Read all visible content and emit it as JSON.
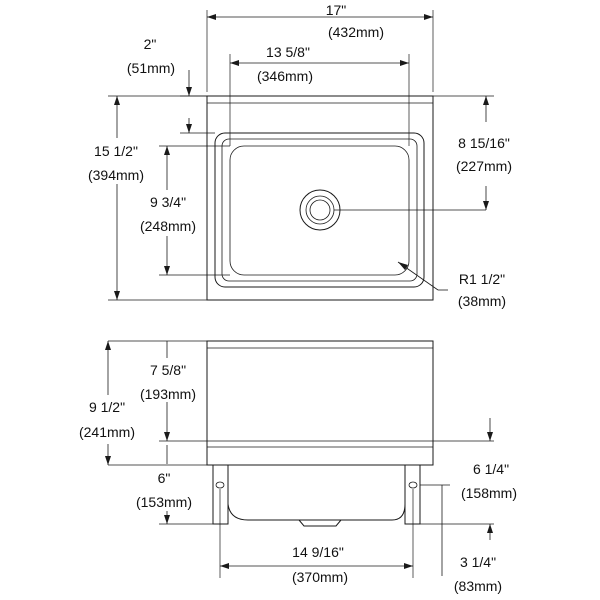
{
  "top_view": {
    "overall_width": {
      "imperial": "17\"",
      "metric": "(432mm)"
    },
    "bowl_width": {
      "imperial": "13 5/8\"",
      "metric": "(346mm)"
    },
    "back_ledge": {
      "imperial": "2\"",
      "metric": "(51mm)"
    },
    "overall_depth": {
      "imperial": "15 1/2\"",
      "metric": "(394mm)"
    },
    "bowl_depth": {
      "imperial": "9 3/4\"",
      "metric": "(248mm)"
    },
    "drain_location": {
      "imperial": "8 15/16\"",
      "metric": "(227mm)"
    },
    "corner_radius": {
      "imperial": "R1 1/2\"",
      "metric": "(38mm)"
    }
  },
  "front_view": {
    "overall_height": {
      "imperial": "9 1/2\"",
      "metric": "(241mm)"
    },
    "apron_height": {
      "imperial": "7 5/8\"",
      "metric": "(193mm)"
    },
    "bowl_drop": {
      "imperial": "6\"",
      "metric": "(153mm)"
    },
    "bracket_height": {
      "imperial": "6 1/4\"",
      "metric": "(158mm)"
    },
    "bracket_spacing": {
      "imperial": "14 9/16\"",
      "metric": "(370mm)"
    },
    "bracket_bottom": {
      "imperial": "3 1/4\"",
      "metric": "(83mm)"
    }
  }
}
